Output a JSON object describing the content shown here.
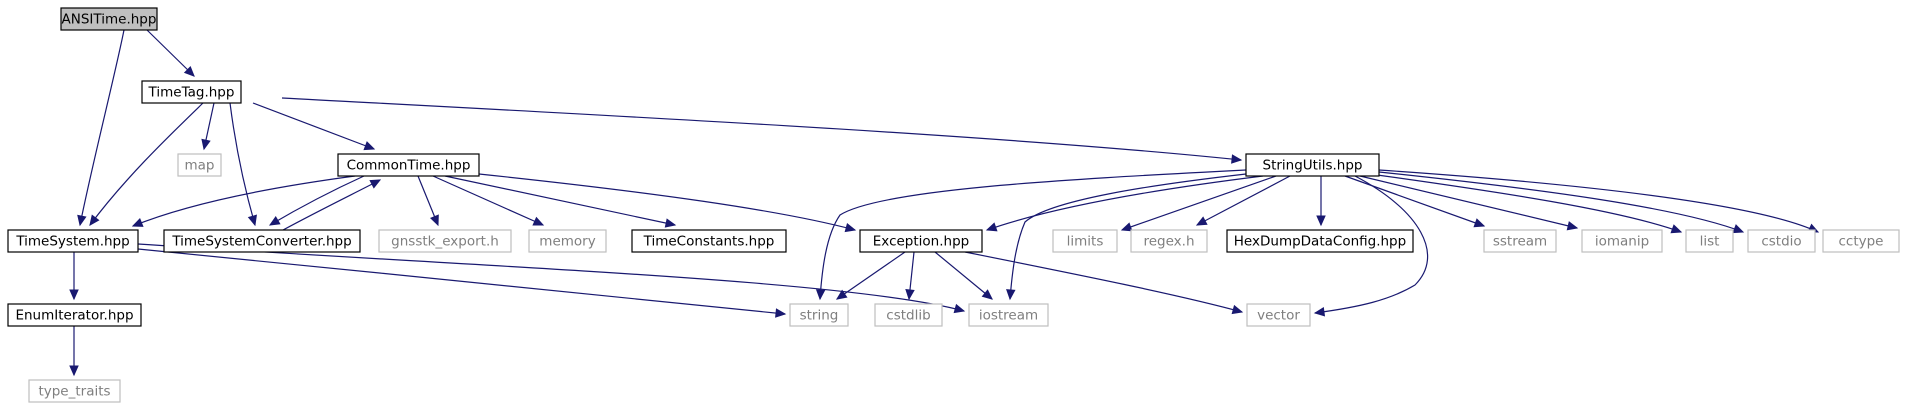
{
  "colors": {
    "edge": "#191970",
    "root_fill": "#bfbfbf",
    "documented_stroke": "#000000",
    "external_stroke": "#bfbfbf",
    "external_text": "#7f7f7f"
  },
  "nodes": {
    "ansitime": {
      "label": "ANSITime.hpp",
      "kind": "root"
    },
    "timetag": {
      "label": "TimeTag.hpp",
      "kind": "documented"
    },
    "map": {
      "label": "map",
      "kind": "external"
    },
    "commontime": {
      "label": "CommonTime.hpp",
      "kind": "documented"
    },
    "stringutils": {
      "label": "StringUtils.hpp",
      "kind": "documented"
    },
    "timesystem": {
      "label": "TimeSystem.hpp",
      "kind": "documented"
    },
    "timesystemconverter": {
      "label": "TimeSystemConverter.hpp",
      "kind": "documented"
    },
    "gnsstk_export": {
      "label": "gnsstk_export.h",
      "kind": "external"
    },
    "memory": {
      "label": "memory",
      "kind": "external"
    },
    "timeconstants": {
      "label": "TimeConstants.hpp",
      "kind": "documented"
    },
    "exception": {
      "label": "Exception.hpp",
      "kind": "documented"
    },
    "limits": {
      "label": "limits",
      "kind": "external"
    },
    "regex": {
      "label": "regex.h",
      "kind": "external"
    },
    "hexdump": {
      "label": "HexDumpDataConfig.hpp",
      "kind": "documented"
    },
    "sstream": {
      "label": "sstream",
      "kind": "external"
    },
    "iomanip": {
      "label": "iomanip",
      "kind": "external"
    },
    "list": {
      "label": "list",
      "kind": "external"
    },
    "cstdio": {
      "label": "cstdio",
      "kind": "external"
    },
    "cctype": {
      "label": "cctype",
      "kind": "external"
    },
    "enumiterator": {
      "label": "EnumIterator.hpp",
      "kind": "documented"
    },
    "string": {
      "label": "string",
      "kind": "external"
    },
    "cstdlib": {
      "label": "cstdlib",
      "kind": "external"
    },
    "iostream": {
      "label": "iostream",
      "kind": "external"
    },
    "vector": {
      "label": "vector",
      "kind": "external"
    },
    "type_traits": {
      "label": "type_traits",
      "kind": "external"
    }
  },
  "edges": [
    [
      "ansitime",
      "timetag"
    ],
    [
      "ansitime",
      "timesystem"
    ],
    [
      "timetag",
      "map"
    ],
    [
      "timetag",
      "commontime"
    ],
    [
      "timetag",
      "stringutils"
    ],
    [
      "timetag",
      "timesystem"
    ],
    [
      "timetag",
      "timesystemconverter"
    ],
    [
      "commontime",
      "timesystem"
    ],
    [
      "commontime",
      "timesystemconverter"
    ],
    [
      "timesystemconverter",
      "commontime"
    ],
    [
      "commontime",
      "gnsstk_export"
    ],
    [
      "commontime",
      "memory"
    ],
    [
      "commontime",
      "timeconstants"
    ],
    [
      "commontime",
      "exception"
    ],
    [
      "stringutils",
      "exception"
    ],
    [
      "stringutils",
      "limits"
    ],
    [
      "stringutils",
      "regex"
    ],
    [
      "stringutils",
      "hexdump"
    ],
    [
      "stringutils",
      "sstream"
    ],
    [
      "stringutils",
      "iomanip"
    ],
    [
      "stringutils",
      "list"
    ],
    [
      "stringutils",
      "cstdio"
    ],
    [
      "stringutils",
      "cctype"
    ],
    [
      "stringutils",
      "string"
    ],
    [
      "stringutils",
      "iostream"
    ],
    [
      "stringutils",
      "vector"
    ],
    [
      "timesystem",
      "enumiterator"
    ],
    [
      "timesystem",
      "string"
    ],
    [
      "timesystem",
      "iostream"
    ],
    [
      "enumiterator",
      "type_traits"
    ],
    [
      "exception",
      "string"
    ],
    [
      "exception",
      "cstdlib"
    ],
    [
      "exception",
      "iostream"
    ],
    [
      "exception",
      "vector"
    ]
  ]
}
